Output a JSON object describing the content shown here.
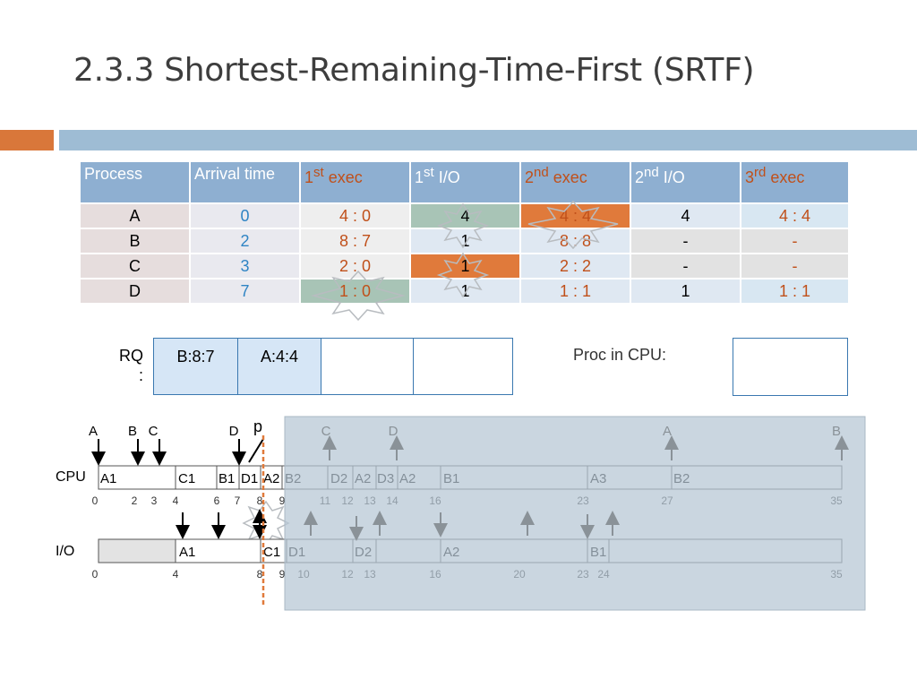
{
  "title": "2.3.3 Shortest-Remaining-Time-First (SRTF)",
  "table": {
    "headers": [
      {
        "text": "Process",
        "sup": "",
        "rest": ""
      },
      {
        "text": "Arrival time",
        "sup": "",
        "rest": ""
      },
      {
        "text": "1",
        "sup": "st",
        "rest": " exec"
      },
      {
        "text": "1",
        "sup": "st",
        "rest": " I/O"
      },
      {
        "text": "2",
        "sup": "nd",
        "rest": " exec"
      },
      {
        "text": "2",
        "sup": "nd",
        "rest": " I/O"
      },
      {
        "text": "3",
        "sup": "rd",
        "rest": " exec"
      }
    ],
    "rows": [
      {
        "process": "A",
        "arrival": "0",
        "exec1": "4 : 0",
        "io1": "4",
        "exec2": "4 : 4",
        "io2": "4",
        "exec3": "4 : 4"
      },
      {
        "process": "B",
        "arrival": "2",
        "exec1": "8 : 7",
        "io1": "1",
        "exec2": "8 : 8",
        "io2": "-",
        "exec3": "-"
      },
      {
        "process": "C",
        "arrival": "3",
        "exec1": "2 : 0",
        "io1": "1",
        "exec2": "2 : 2",
        "io2": "-",
        "exec3": "-"
      },
      {
        "process": "D",
        "arrival": "7",
        "exec1": "1 : 0",
        "io1": "1",
        "exec2": "1 : 1",
        "io2": "1",
        "exec3": "1 : 1"
      }
    ]
  },
  "rq": {
    "label_line1": "RQ",
    "label_line2": ":",
    "slots": [
      "B:8:7",
      "A:4:4",
      "",
      ""
    ]
  },
  "proc_in_cpu": {
    "label": "Proc in CPU:",
    "value": ""
  },
  "timeline": {
    "cpu_label": "CPU",
    "io_label": "I/O",
    "pointer_label": "p",
    "arrivals_top": [
      "A",
      "B",
      "C",
      "D"
    ],
    "arrivals_shaded": [
      "C",
      "D",
      "A",
      "B"
    ],
    "cpu_segments": [
      "A1",
      "C1",
      "B1",
      "D1",
      "A2",
      "B2",
      "D2",
      "A2",
      "D3",
      "A2",
      "B1",
      "A3",
      "B2"
    ],
    "cpu_ticks": [
      "0",
      "2",
      "3",
      "4",
      "6",
      "7",
      "8",
      "9",
      "11",
      "12",
      "13",
      "14",
      "16",
      "23",
      "27",
      "35"
    ],
    "io_segments": [
      "A1",
      "C1",
      "D1",
      "D2",
      "A2",
      "B1"
    ],
    "io_ticks": [
      "0",
      "4",
      "8",
      "9",
      "10",
      "12",
      "13",
      "16",
      "20",
      "23",
      "24",
      "35"
    ]
  }
}
